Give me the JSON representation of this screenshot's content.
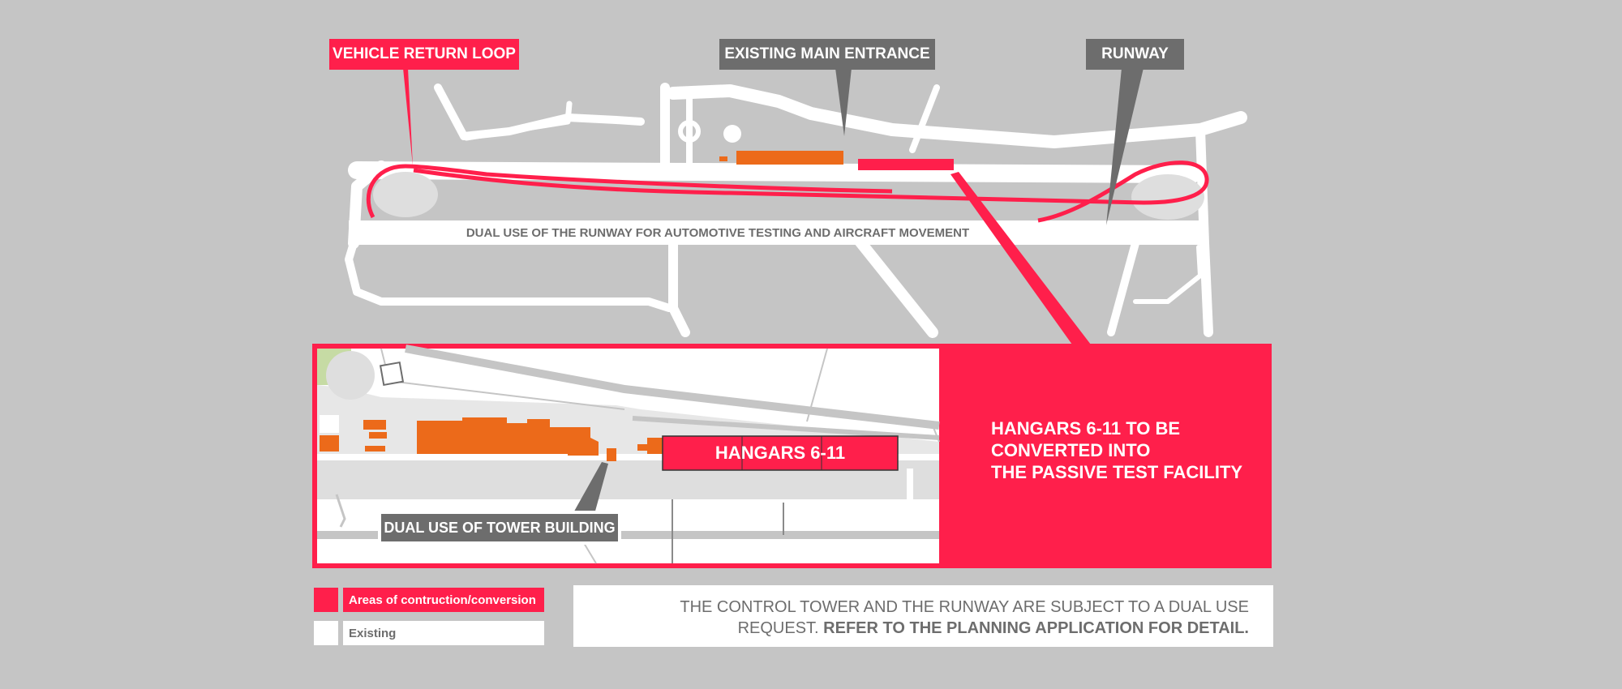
{
  "callouts": {
    "vehicle_return_loop": "VEHICLE RETURN LOOP",
    "existing_main_entrance": "EXISTING MAIN ENTRANCE",
    "runway": "RUNWAY"
  },
  "map": {
    "runway_label": "DUAL USE OF THE RUNWAY FOR AUTOMOTIVE TESTING AND AIRCRAFT MOVEMENT"
  },
  "detail": {
    "hangar_label": "HANGARS 6-11",
    "tower_label": "DUAL USE OF TOWER BUILDING",
    "description_lines": [
      "HANGARS 6-11 TO BE",
      "CONVERTED INTO",
      "THE PASSIVE TEST FACILITY"
    ]
  },
  "legend": {
    "construction": "Areas of contruction/conversion",
    "existing": "Existing"
  },
  "note": {
    "line1": "THE CONTROL TOWER AND THE RUNWAY ARE SUBJECT TO A DUAL USE",
    "line2_normal": "REQUEST. ",
    "line2_bold": "REFER TO THE PLANNING APPLICATION FOR DETAIL."
  },
  "colors": {
    "accent_red": "#ff1f4b",
    "orange": "#ec6a1a",
    "callout_grey": "#6d6d6d",
    "background": "#c5c5c5",
    "green_area": "#c6dba4"
  }
}
